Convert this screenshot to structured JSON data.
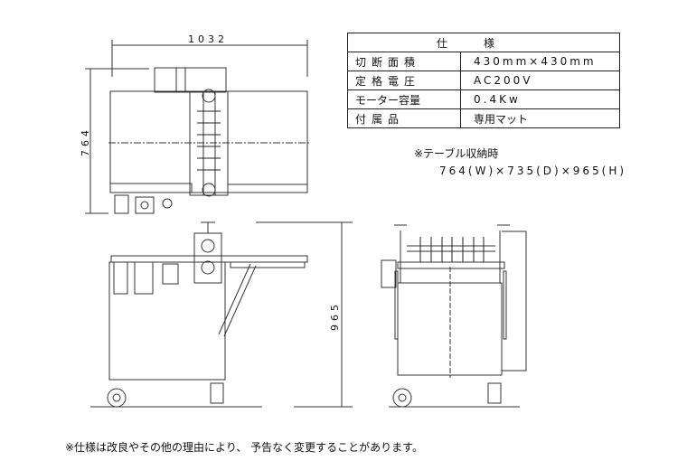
{
  "spec_table": {
    "header": "仕様",
    "rows": [
      {
        "label": "切断面積",
        "value": "430mm×430mm"
      },
      {
        "label": "定格電圧",
        "value": "AC200V"
      },
      {
        "label": "モーター容量",
        "value": "0.4Kw"
      },
      {
        "label": "付属品",
        "value": "専用マット"
      }
    ]
  },
  "storage_note": {
    "title": "※テーブル収納時",
    "dimensions": "764(W)×735(D)×965(H)"
  },
  "dimensions": {
    "top_width": "1032",
    "top_depth": "764",
    "height": "965"
  },
  "footnote": "※仕様は改良やその他の理由により、 予告なく変更することがあります。"
}
